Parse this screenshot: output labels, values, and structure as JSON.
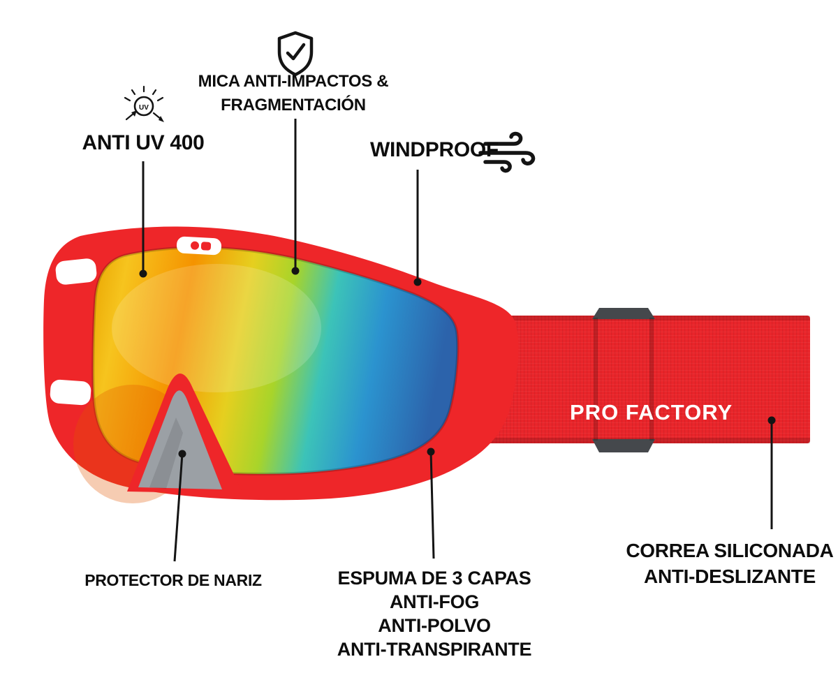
{
  "brand": {
    "strap_text": "PRO FACTORY"
  },
  "callouts": {
    "impact": {
      "line1": "MICA ANTI-IMPACTOS &",
      "line2": "FRAGMENTACIÓN"
    },
    "uv": {
      "label": "ANTI UV 400"
    },
    "windproof": {
      "label": "WINDPROOF"
    },
    "nose": {
      "label": "PROTECTOR DE NARIZ"
    },
    "foam": {
      "lines": [
        "ESPUMA DE 3 CAPAS",
        "ANTI-FOG",
        "ANTI-POLVO",
        "ANTI-TRANSPIRANTE"
      ]
    },
    "strap": {
      "lines": [
        "CORREA SILICONADA",
        "ANTI-DESLIZANTE"
      ]
    }
  },
  "icons": {
    "shield": "shield-check-icon",
    "uv_sun": "uv-sun-icon",
    "uv_badge_text": "UV",
    "wind": "wind-icon"
  },
  "colors": {
    "frame_red": "#ee2629",
    "strap_red": "#e9252a",
    "dark_red": "#c31f24",
    "nose_gray": "#9ba0a5",
    "buckle_gray": "#45484c",
    "line_black": "#141414",
    "text_black": "#0d0d0d",
    "label_white": "#ffffff",
    "lens_gradient": [
      "#e9a400",
      "#f6c41e",
      "#f59300",
      "#e6cf1f",
      "#a8d42a",
      "#3cc3b8",
      "#2b93cf",
      "#2c63ab"
    ]
  }
}
